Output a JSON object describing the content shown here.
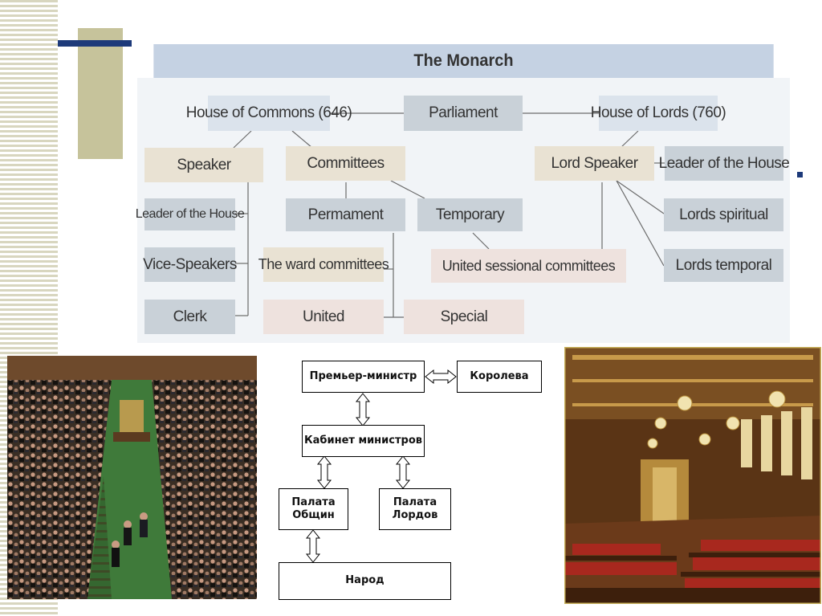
{
  "diagram": {
    "title": "The Monarch",
    "parliament": "Parliament",
    "house_of_commons": "House of Commons (646)",
    "house_of_lords": "House of Lords (760)",
    "speaker": "Speaker",
    "committees": "Committees",
    "lord_speaker": "Lord Speaker",
    "leader_of_house_lords": "Leader of the House",
    "leader_of_house_commons": "Leader of the House",
    "permament": "Permament",
    "temporary": "Temporary",
    "lords_spiritual": "Lords spiritual",
    "vice_speakers": "Vice-Speakers",
    "ward_committees": "The ward committees",
    "united_sessional": "United sessional committees",
    "lords_temporal": "Lords temporal",
    "clerk": "Clerk",
    "united": "United",
    "special": "Special"
  },
  "russian_diagram": {
    "prime_minister": "Премьер-министр",
    "queen": "Королева",
    "cabinet": "Кабинет министров",
    "commons_line1": "Палата",
    "commons_line2": "Общин",
    "lords_line1": "Палата",
    "lords_line2": "Лордов",
    "people": "Народ"
  },
  "colors": {
    "accent_navy": "#1d3a7a",
    "accent_olive": "#c6c39b",
    "title_bar": "#c5d2e3",
    "commons_green": "#3f7a3a",
    "lords_red": "#a8281e"
  }
}
